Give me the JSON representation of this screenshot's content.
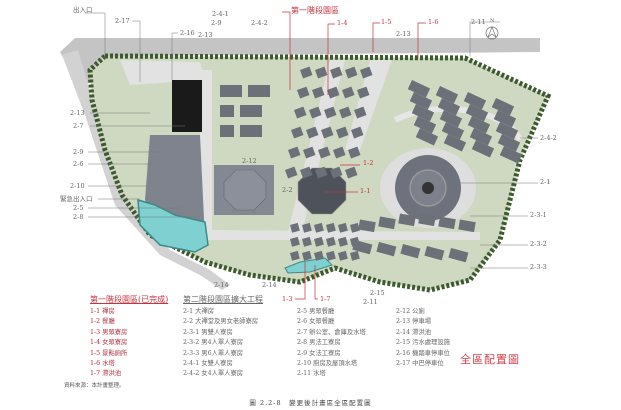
{
  "plan": {
    "labels": {
      "entrance": "出入口",
      "l2_17": "2-17",
      "l2_16": "2-16",
      "l2_13a": "2-13",
      "l2_4_1": "2-4-1",
      "l2_9a": "2-9",
      "l2_4_2a": "2-4-2",
      "phase1": "第一階段園區",
      "l1_4": "1-4",
      "l1_5": "1-5",
      "l1_6": "1-6",
      "l2_13b": "2-13",
      "l2_11a": "2-11",
      "north": "N",
      "l2_13c": "2-13",
      "l2_7": "2-7",
      "l2_4_2b": "2-4-2",
      "l2_9b": "2-9",
      "l2_6": "2-6",
      "l2_10": "2-10",
      "emergency": "緊急出入口",
      "l2_5": "2-5",
      "l2_8": "2-8",
      "l2_12": "2-12",
      "l2_2": "2-2",
      "l1_2": "1-2",
      "l1_1": "1-1",
      "l2_1": "2-1",
      "l2_3_1": "2-3-1",
      "l2_3_2": "2-3-2",
      "l2_3_3": "2-3-3",
      "l2_14a": "2-14",
      "l2_14b": "2-14",
      "l1_3": "1-3",
      "l1_7": "1-7",
      "l2_15": "2-15",
      "l2_11b": "2-11"
    }
  },
  "legend": {
    "phase1_title": "第一階段園區(已完成)",
    "phase1_items": [
      "1-1 禪房",
      "1-2 餐廳",
      "1-3 男眾寮房",
      "1-4 女眾寮房",
      "1-5 景點廁所",
      "1-6 水塔",
      "1-7 滯洪池"
    ],
    "phase2_title": "第二階段園區擴大工程",
    "phase2_items": [
      "2-1 大禪房",
      "2-2 大禪堂及男女老師寮房",
      "2-3-1 男雙人寮房",
      "2-3-2 男4人單人寮房",
      "2-3-3 男6人單人寮房",
      "2-4-1 女雙人寮房",
      "2-4-2 女4人單人寮房"
    ],
    "phase2_items_b": [
      "2-5 男眾餐廳",
      "2-6 女眾餐廳",
      "2-7 辦公室、倉庫及水塔",
      "2-8 男法工寮房",
      "2-9 女法工寮房",
      "2-10 廚房及屋頂水塔",
      "2-11 水塔"
    ],
    "phase2_items_c": [
      "2-12 公廁",
      "2-13 停車場",
      "2-14 滯洪池",
      "2-15 污水處理設施",
      "2-16 機踏車停車位",
      "2-17 中巴停車位"
    ],
    "map_title": "全區配置圖"
  },
  "source": "資料來源：本計畫整理。",
  "caption": "圖 2.2-8　變更後計畫區全區配置圖",
  "colors": {
    "accent_red": "#c8323c",
    "pond": "#7fd0d0",
    "ground": "#cfd8c0",
    "roof": "#6b7079"
  }
}
